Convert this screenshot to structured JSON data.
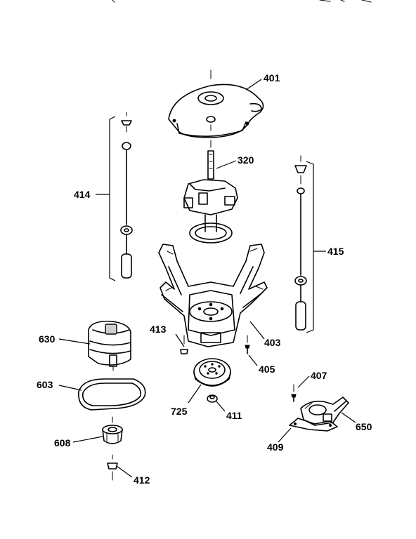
{
  "labels": {
    "p401": "401",
    "p320": "320",
    "p414": "414",
    "p415": "415",
    "p403": "403",
    "p413": "413",
    "p405": "405",
    "p630": "630",
    "p603": "603",
    "p725": "725",
    "p411": "411",
    "p407": "407",
    "p650": "650",
    "p409": "409",
    "p608": "608",
    "p412": "412"
  }
}
